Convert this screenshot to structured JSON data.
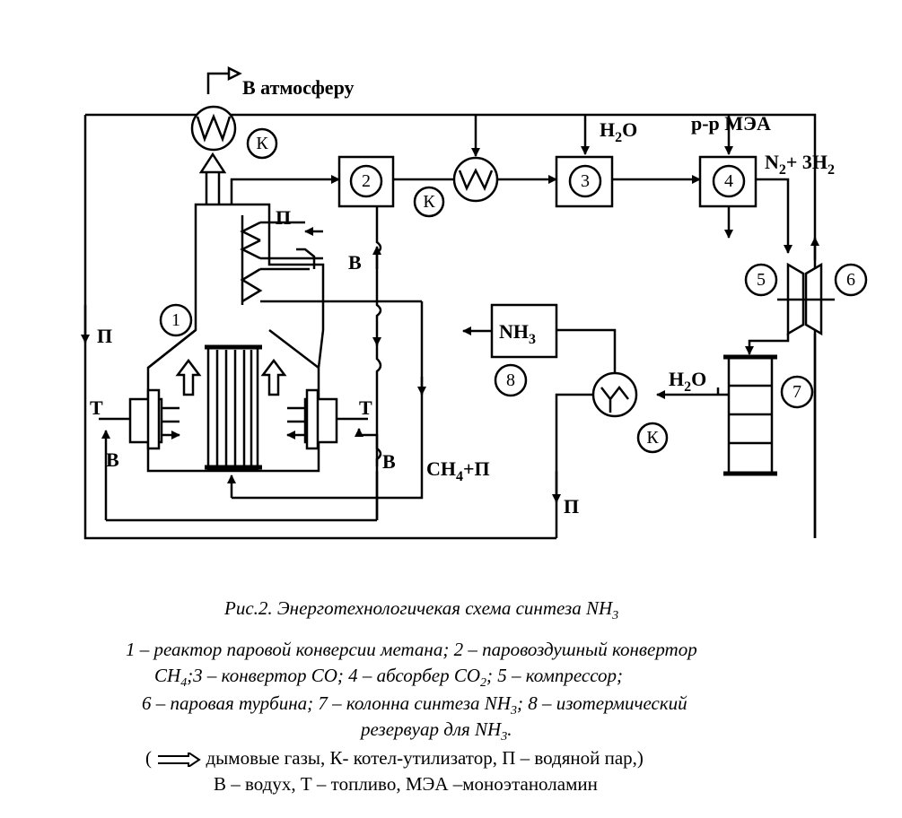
{
  "labels": {
    "atmosphere": "В атмосферу",
    "k1": "К",
    "k2": "К",
    "k3": "К",
    "h2o_top": "H",
    "h2o_top_sub": "2",
    "h2o_top_o": "O",
    "mea": "р-р МЭА",
    "n2": "N",
    "n2_sub": "2",
    "n2_rest": "+ 3H",
    "h2_sub": "2",
    "p_reactor": "П",
    "v_mid": "В",
    "p_left": "П",
    "t_left": "Т",
    "t_right": "Т",
    "v_left": "В",
    "v_right": "В",
    "ch4": "CH",
    "ch4_sub": "4",
    "ch4_rest": "+П",
    "nh3": "NH",
    "nh3_sub": "3",
    "h2o_right": "H",
    "h2o_right_sub": "2",
    "h2o_right_o": "O",
    "p_bottom": "П"
  },
  "units": {
    "u1": "1",
    "u2": "2",
    "u3": "3",
    "u4": "4",
    "u5": "5",
    "u6": "6",
    "u7": "7",
    "u8": "8"
  },
  "caption": {
    "title": "Рис.2. Энерготехнологичекая схема синтеза NH",
    "title_sub": "3",
    "line1": "1 – реактор паровой конверсии метана; 2 – паровоздушный конвертор",
    "line2a": "CH",
    "line2a_sub": "4",
    "line2b": ";3 – конвертор CO; 4 – абсорбер CO",
    "line2b_sub": "2",
    "line2c": "; 5 – компрессор;",
    "line3a": "6 – паровая турбина; 7 – колонна синтеза NH",
    "line3a_sub": "3",
    "line3b": "; 8 – изотермический",
    "line4a": "резервуар для NH",
    "line4a_sub": "3",
    "line4b": ".",
    "legend_open": "(",
    "legend1": "дымовые газы, К- котел-утилизатор, П – водяной пар,)",
    "legend2": "В – водух, Т – топливо, МЭА –моноэтаноламин"
  }
}
